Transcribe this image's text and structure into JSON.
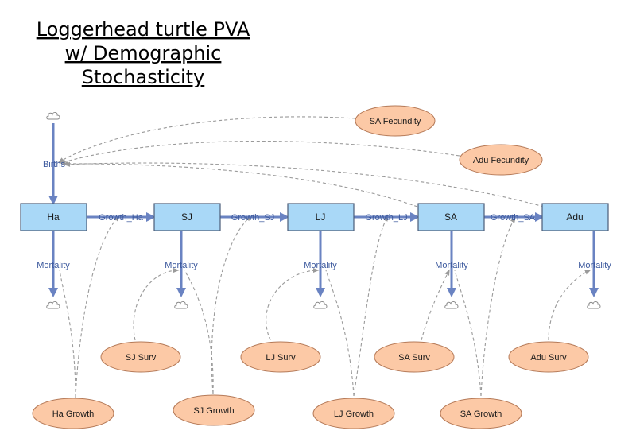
{
  "title": {
    "lines": [
      "Loggerhead turtle PVA",
      "w/ Demographic",
      "Stochasticity"
    ]
  },
  "stocks": [
    {
      "id": "ha",
      "label": "Ha"
    },
    {
      "id": "sj",
      "label": "SJ"
    },
    {
      "id": "lj",
      "label": "LJ"
    },
    {
      "id": "sa",
      "label": "SA"
    },
    {
      "id": "adu",
      "label": "Adu"
    }
  ],
  "flows": {
    "births": "Births",
    "growth_ha": "Growth_Ha",
    "growth_sj": "Growth_SJ",
    "growth_lj": "Growth_LJ",
    "growth_sa": "Growth_SA",
    "mortality_ha": "Mortality",
    "mortality_sj": "Mortality",
    "mortality_lj": "Mortality",
    "mortality_sa": "Mortality",
    "mortality_adu": "Mortality"
  },
  "converters": {
    "sa_fecundity": "SA Fecundity",
    "adu_fecundity": "Adu Fecundity",
    "sj_surv": "SJ Surv",
    "lj_surv": "LJ Surv",
    "sa_surv": "SA Surv",
    "adu_surv": "Adu Surv",
    "ha_growth": "Ha Growth",
    "sj_growth": "SJ Growth",
    "lj_growth": "LJ Growth",
    "sa_growth": "SA Growth"
  },
  "colors": {
    "stock_fill": "#a9d8f7",
    "converter_fill": "#fcc9a6",
    "flow": "#6a83c2",
    "flow_label": "#3d5a9e",
    "link": "#9a9a9a"
  }
}
